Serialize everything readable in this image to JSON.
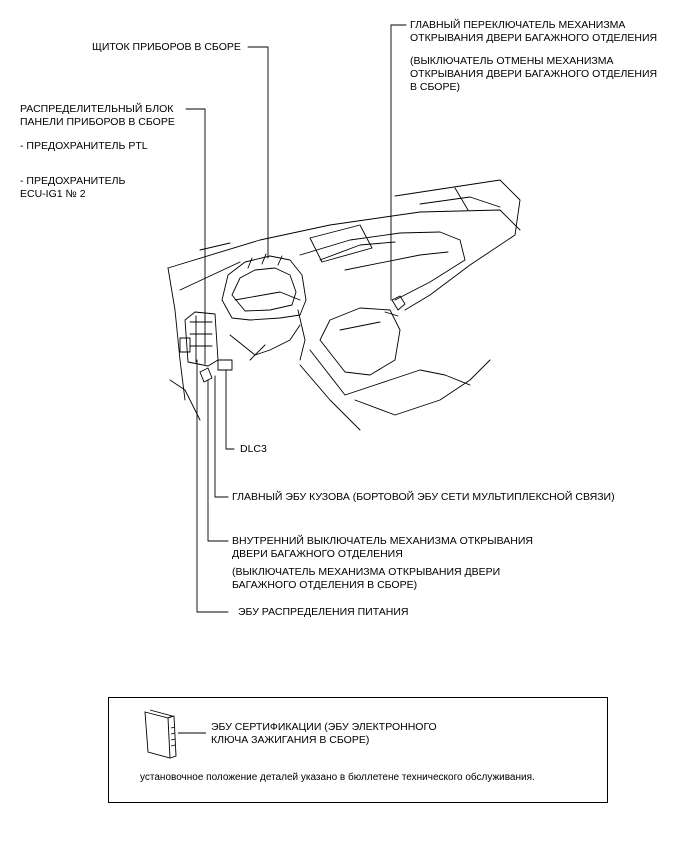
{
  "labels": {
    "main_switch_line1": "ГЛАВНЫЙ ПЕРЕКЛЮЧАТЕЛЬ МЕХАНИЗМА",
    "main_switch_line2": "ОТКРЫВАНИЯ ДВЕРИ БАГАЖНОГО ОТДЕЛЕНИЯ",
    "cancel_switch_line1": "(ВЫКЛЮЧАТЕЛЬ ОТМЕНЫ МЕХАНИЗМА",
    "cancel_switch_line2": "ОТКРЫВАНИЯ ДВЕРИ БАГАЖНОГО ОТДЕЛЕНИЯ",
    "cancel_switch_line3": "В СБОРЕ)",
    "instrument_cluster": "ЩИТОК ПРИБОРОВ В СБОРЕ",
    "junction_block_line1": "РАСПРЕДЕЛИТЕЛЬНЫЙ БЛОК",
    "junction_block_line2": "ПАНЕЛИ ПРИБОРОВ В СБОРЕ",
    "fuse_ptl": "- ПРЕДОХРАНИТЕЛЬ PTL",
    "fuse_ecu_line1": "- ПРЕДОХРАНИТЕЛЬ",
    "fuse_ecu_line2": "ECU-IG1 № 2",
    "dlc3": "DLC3",
    "main_body_ecu": "ГЛАВНЫЙ ЭБУ КУЗОВА (БОРТОВОЙ ЭБУ СЕТИ МУЛЬТИПЛЕКСНОЙ СВЯЗИ)",
    "inner_switch_line1": "ВНУТРЕННИЙ ВЫКЛЮЧАТЕЛЬ МЕХАНИЗМА ОТКРЫВАНИЯ",
    "inner_switch_line2": "ДВЕРИ БАГАЖНОГО ОТДЕЛЕНИЯ",
    "inner_switch_sub_line1": "(ВЫКЛЮЧАТЕЛЬ МЕХАНИЗМА ОТКРЫВАНИЯ ДВЕРИ",
    "inner_switch_sub_line2": "БАГАЖНОГО ОТДЕЛЕНИЯ В СБОРЕ)",
    "power_dist_ecu": "ЭБУ РАСПРЕДЕЛЕНИЯ ПИТАНИЯ"
  },
  "box": {
    "cert_ecu_line1": "ЭБУ СЕРТИФИКАЦИИ (ЭБУ ЭЛЕКТРОННОГО",
    "cert_ecu_line2": "КЛЮЧА ЗАЖИГАНИЯ В СБОРЕ)",
    "note": "установочное положение деталей указано в бюллетене технического обслуживания."
  }
}
